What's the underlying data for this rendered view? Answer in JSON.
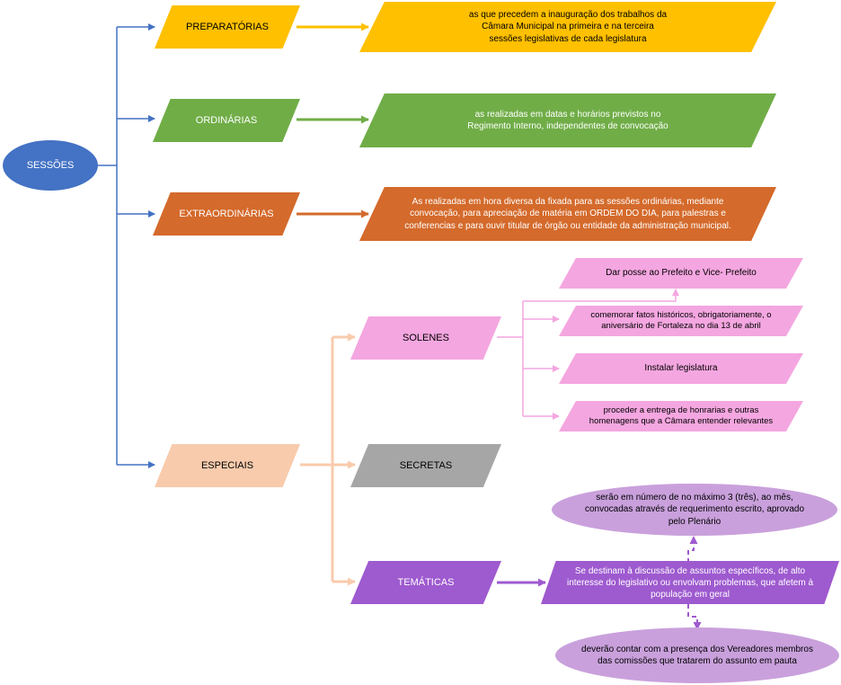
{
  "root": "SESSÕES",
  "categories": {
    "preparatorias": {
      "label": "PREPARATÓRIAS",
      "description": "as que precedem a inauguração dos trabalhos da Câmara Municipal na primeira e na terceira sessões legislativas de cada legislatura"
    },
    "ordinarias": {
      "label": "ORDINÁRIAS",
      "description": "as realizadas em datas e horários previstos no Regimento Interno, independentes de convocação"
    },
    "extraordinarias": {
      "label": "EXTRAORDINÁRIAS",
      "description": "As realizadas em hora diversa da fixada para as sessões ordinárias, mediante convocação, para apreciação de matéria em ORDEM DO DIA, para palestras e conferencias e para ouvir titular de órgão ou entidade da administração municipal."
    },
    "especiais": {
      "label": "ESPECIAIS",
      "solenes": {
        "label": "SOLENES",
        "items": [
          "Dar posse ao Prefeito e Vice- Prefeito",
          "comemorar fatos históricos, obrigatoriamente, o aniversário de Fortaleza no dia 13 de abril",
          "Instalar legislatura",
          "proceder a entrega de honrarias e outras homenagens que a Câmara entender relevantes"
        ]
      },
      "secretas": {
        "label": "SECRETAS"
      },
      "tematicas": {
        "label": "TEMÁTICAS",
        "description": "Se destinam à discussão de assuntos específicos, de alto interesse do legislativo ou envolvam problemas, que afetem à população em geral",
        "note_top": "serão em número de no máximo 3 (três), ao mês, convocadas através de requerimento escrito, aprovado pelo Plenário",
        "note_bottom": "deverão contar com a presença dos Vereadores membros das comissões que tratarem do assunto em pauta"
      }
    }
  },
  "colors": {
    "root": "#4472C4",
    "preparatorias": "#FFC000",
    "ordinarias": "#70AD47",
    "extraordinarias": "#D46A2B",
    "especiais": "#F8CBAD",
    "solenes": "#F4A6E0",
    "secretas": "#A6A6A6",
    "tematicas": "#9E5ACF",
    "tematicas_notes": "#C9A0DC"
  }
}
